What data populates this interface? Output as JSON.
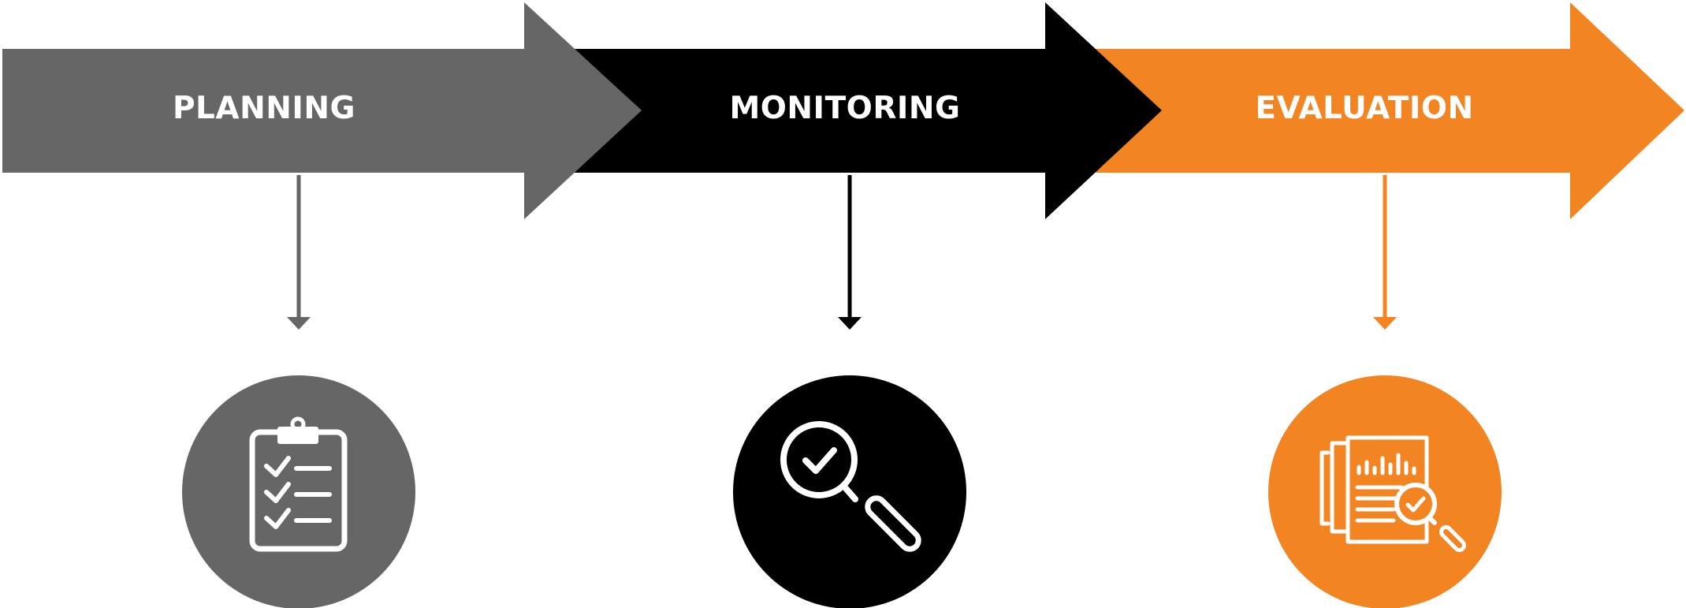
{
  "stages": [
    {
      "label": "PLANNING",
      "color": "#666666",
      "icon": "clipboard-checklist-icon"
    },
    {
      "label": "MONITORING",
      "color": "#000000",
      "icon": "magnifier-check-icon"
    },
    {
      "label": "EVALUATION",
      "color": "#F28422",
      "icon": "report-analysis-icon"
    }
  ]
}
